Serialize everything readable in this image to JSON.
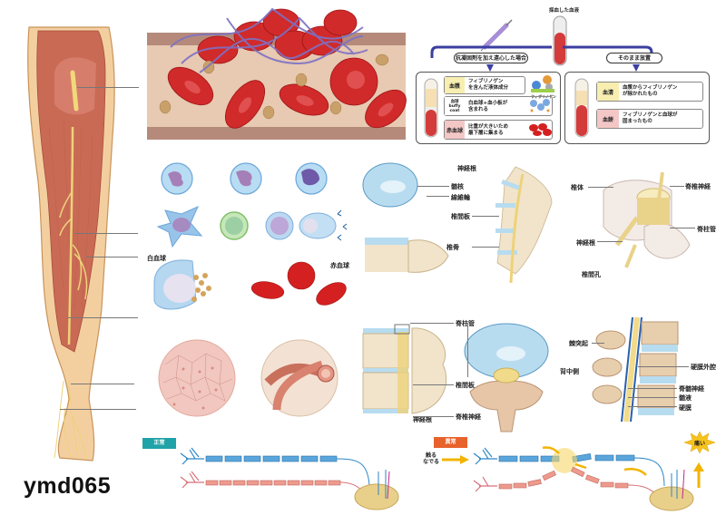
{
  "catalog_code": "ymd065",
  "leg_diagram": {
    "pointer_lines": 6
  },
  "blood_vessel_clot": {},
  "blood_cells": {
    "white_blood_cell_label": "白血球",
    "red_blood_cell_label": "赤血球"
  },
  "blood_separation": {
    "collected_blood_label": "採血した血液",
    "left_branch": {
      "title": "抗凝固剤を加え遠心した場合",
      "rows": [
        {
          "tag": "血漿",
          "text": "フィブリノゲン\nを含んだ液体成分",
          "color": "#f7eeb0"
        },
        {
          "tag": "血球\nbuffy\ncoat",
          "text": "白血球+血小板が\n含まれる",
          "color": "#ffffff"
        },
        {
          "tag": "赤血球",
          "text": "比重が大きいため\n最下層に集まる",
          "color": "#f4c7c7"
        }
      ],
      "fibrinogen_caption": "フィブリノゲン"
    },
    "right_branch": {
      "title": "そのまま放置",
      "rows": [
        {
          "tag": "血清",
          "text": "血漿からフィブリノゲン\nが除かれたもの",
          "color": "#f7eeb0"
        },
        {
          "tag": "血餅",
          "text": "フィブリノゲンと血球が\n固まったもの",
          "color": "#f4c7c7"
        }
      ]
    }
  },
  "spine_lateral": {
    "labels": [
      "神経根",
      "髄核",
      "線維輪",
      "椎間板",
      "椎骨"
    ]
  },
  "vertebra_3d": {
    "labels": [
      "椎体",
      "脊椎神経",
      "脊柱管",
      "神経根",
      "椎間孔"
    ]
  },
  "spinal_canal": {
    "labels": [
      "脊柱管",
      "椎間板",
      "脊椎神経",
      "神経根"
    ]
  },
  "spinal_cord_section": {
    "labels": [
      "棘突起",
      "背中側",
      "硬膜外腔",
      "脊髄神経",
      "髄液",
      "硬膜"
    ]
  },
  "nerve_normal": {
    "badge": "正常",
    "badge_color": "#1fa3a8"
  },
  "nerve_abnormal": {
    "badge": "異常",
    "badge_color": "#e8622c",
    "stimulus_label": "触る\nなでる",
    "pain_label": "痛い"
  }
}
